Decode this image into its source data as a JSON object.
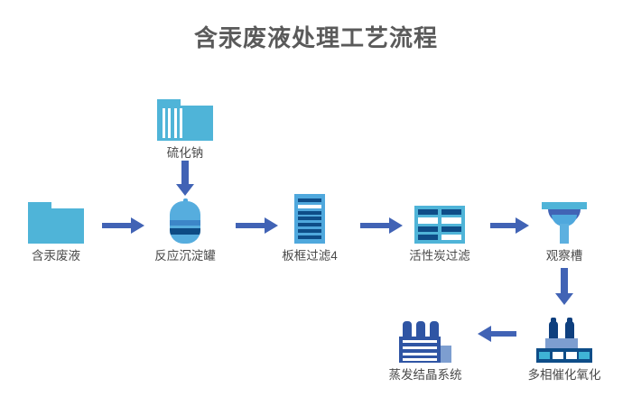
{
  "page": {
    "title": "含汞废液处理工艺流程",
    "background_color": "#ffffff",
    "title_color": "#5a5a5a"
  },
  "colors": {
    "light_blue": "#4fb4d8",
    "mid_blue": "#4fa8dd",
    "dark_navy": "#0e4d88",
    "arrow_blue": "#4163b5",
    "plant_navy": "#2f55a4",
    "label_gray": "#4a4a4a"
  },
  "flow": {
    "nodes": [
      {
        "id": "mercury-waste-liquid",
        "label": "含汞废液",
        "icon": "tank-icon",
        "row": "top"
      },
      {
        "id": "sodium-sulfide",
        "label": "硫化钠",
        "icon": "striped-tank-icon",
        "row": "feed"
      },
      {
        "id": "reaction-settling-tank",
        "label": "反应沉淀罐",
        "icon": "capsule-tank-icon",
        "row": "top"
      },
      {
        "id": "plate-frame-filter",
        "label": "板框过滤4",
        "icon": "plate-filter-icon",
        "row": "top"
      },
      {
        "id": "activated-carbon-filter",
        "label": "活性炭过滤",
        "icon": "carbon-filter-icon",
        "row": "top"
      },
      {
        "id": "observation-tank",
        "label": "观察槽",
        "icon": "funnel-icon",
        "row": "top"
      },
      {
        "id": "heterogeneous-catalytic-oxidation",
        "label": "多相催化氧化",
        "icon": "plant-icon",
        "row": "bottom"
      },
      {
        "id": "evaporation-crystallization-system",
        "label": "蒸发结晶系统",
        "icon": "evaporator-icon",
        "row": "bottom"
      }
    ],
    "arrows": [
      {
        "id": "arrow-waste-to-reaction",
        "direction": "right"
      },
      {
        "id": "arrow-sodium-sulfide-to-reaction",
        "direction": "down"
      },
      {
        "id": "arrow-reaction-to-plate-filter",
        "direction": "right"
      },
      {
        "id": "arrow-plate-filter-to-carbon",
        "direction": "right"
      },
      {
        "id": "arrow-carbon-to-observation",
        "direction": "right"
      },
      {
        "id": "arrow-observation-to-oxidation",
        "direction": "down"
      },
      {
        "id": "arrow-oxidation-to-evaporation",
        "direction": "left"
      }
    ]
  }
}
